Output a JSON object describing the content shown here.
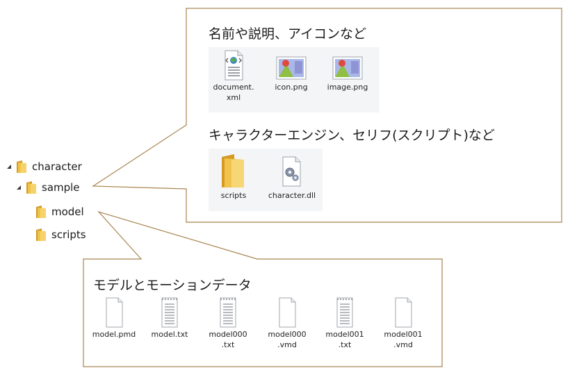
{
  "tree": [
    {
      "label": "character",
      "expanded": true,
      "level": 0
    },
    {
      "label": "sample",
      "expanded": true,
      "level": 1
    },
    {
      "label": "model",
      "expanded": false,
      "level": 2
    },
    {
      "label": "scripts",
      "expanded": false,
      "level": 2
    }
  ],
  "callout_info": {
    "title": "名前や説明、アイコンなど",
    "files": [
      {
        "name1": "document.",
        "name2": "xml",
        "icon": "xml-document-icon"
      },
      {
        "name1": "icon.png",
        "name2": "",
        "icon": "image-file-icon"
      },
      {
        "name1": "image.png",
        "name2": "",
        "icon": "image-file-icon"
      }
    ]
  },
  "callout_engine": {
    "title": "キャラクターエンジン、セリフ(スクリプト)など",
    "files": [
      {
        "name1": "scripts",
        "name2": "",
        "icon": "folder-icon"
      },
      {
        "name1": "character.dll",
        "name2": "",
        "icon": "dll-file-icon"
      }
    ]
  },
  "callout_model": {
    "title": "モデルとモーションデータ",
    "files": [
      {
        "name1": "model.pmd",
        "name2": "",
        "icon": "blank-file-icon"
      },
      {
        "name1": "model.txt",
        "name2": "",
        "icon": "text-file-icon"
      },
      {
        "name1": "model000",
        "name2": ".txt",
        "icon": "text-file-icon"
      },
      {
        "name1": "model000",
        "name2": ".vmd",
        "icon": "blank-file-icon"
      },
      {
        "name1": "model001",
        "name2": ".txt",
        "icon": "text-file-icon"
      },
      {
        "name1": "model001",
        "name2": ".vmd",
        "icon": "blank-file-icon"
      }
    ]
  },
  "colors": {
    "callout_border": "#a8844f",
    "folder": "#e6b53a",
    "text": "#1a1a1a"
  }
}
